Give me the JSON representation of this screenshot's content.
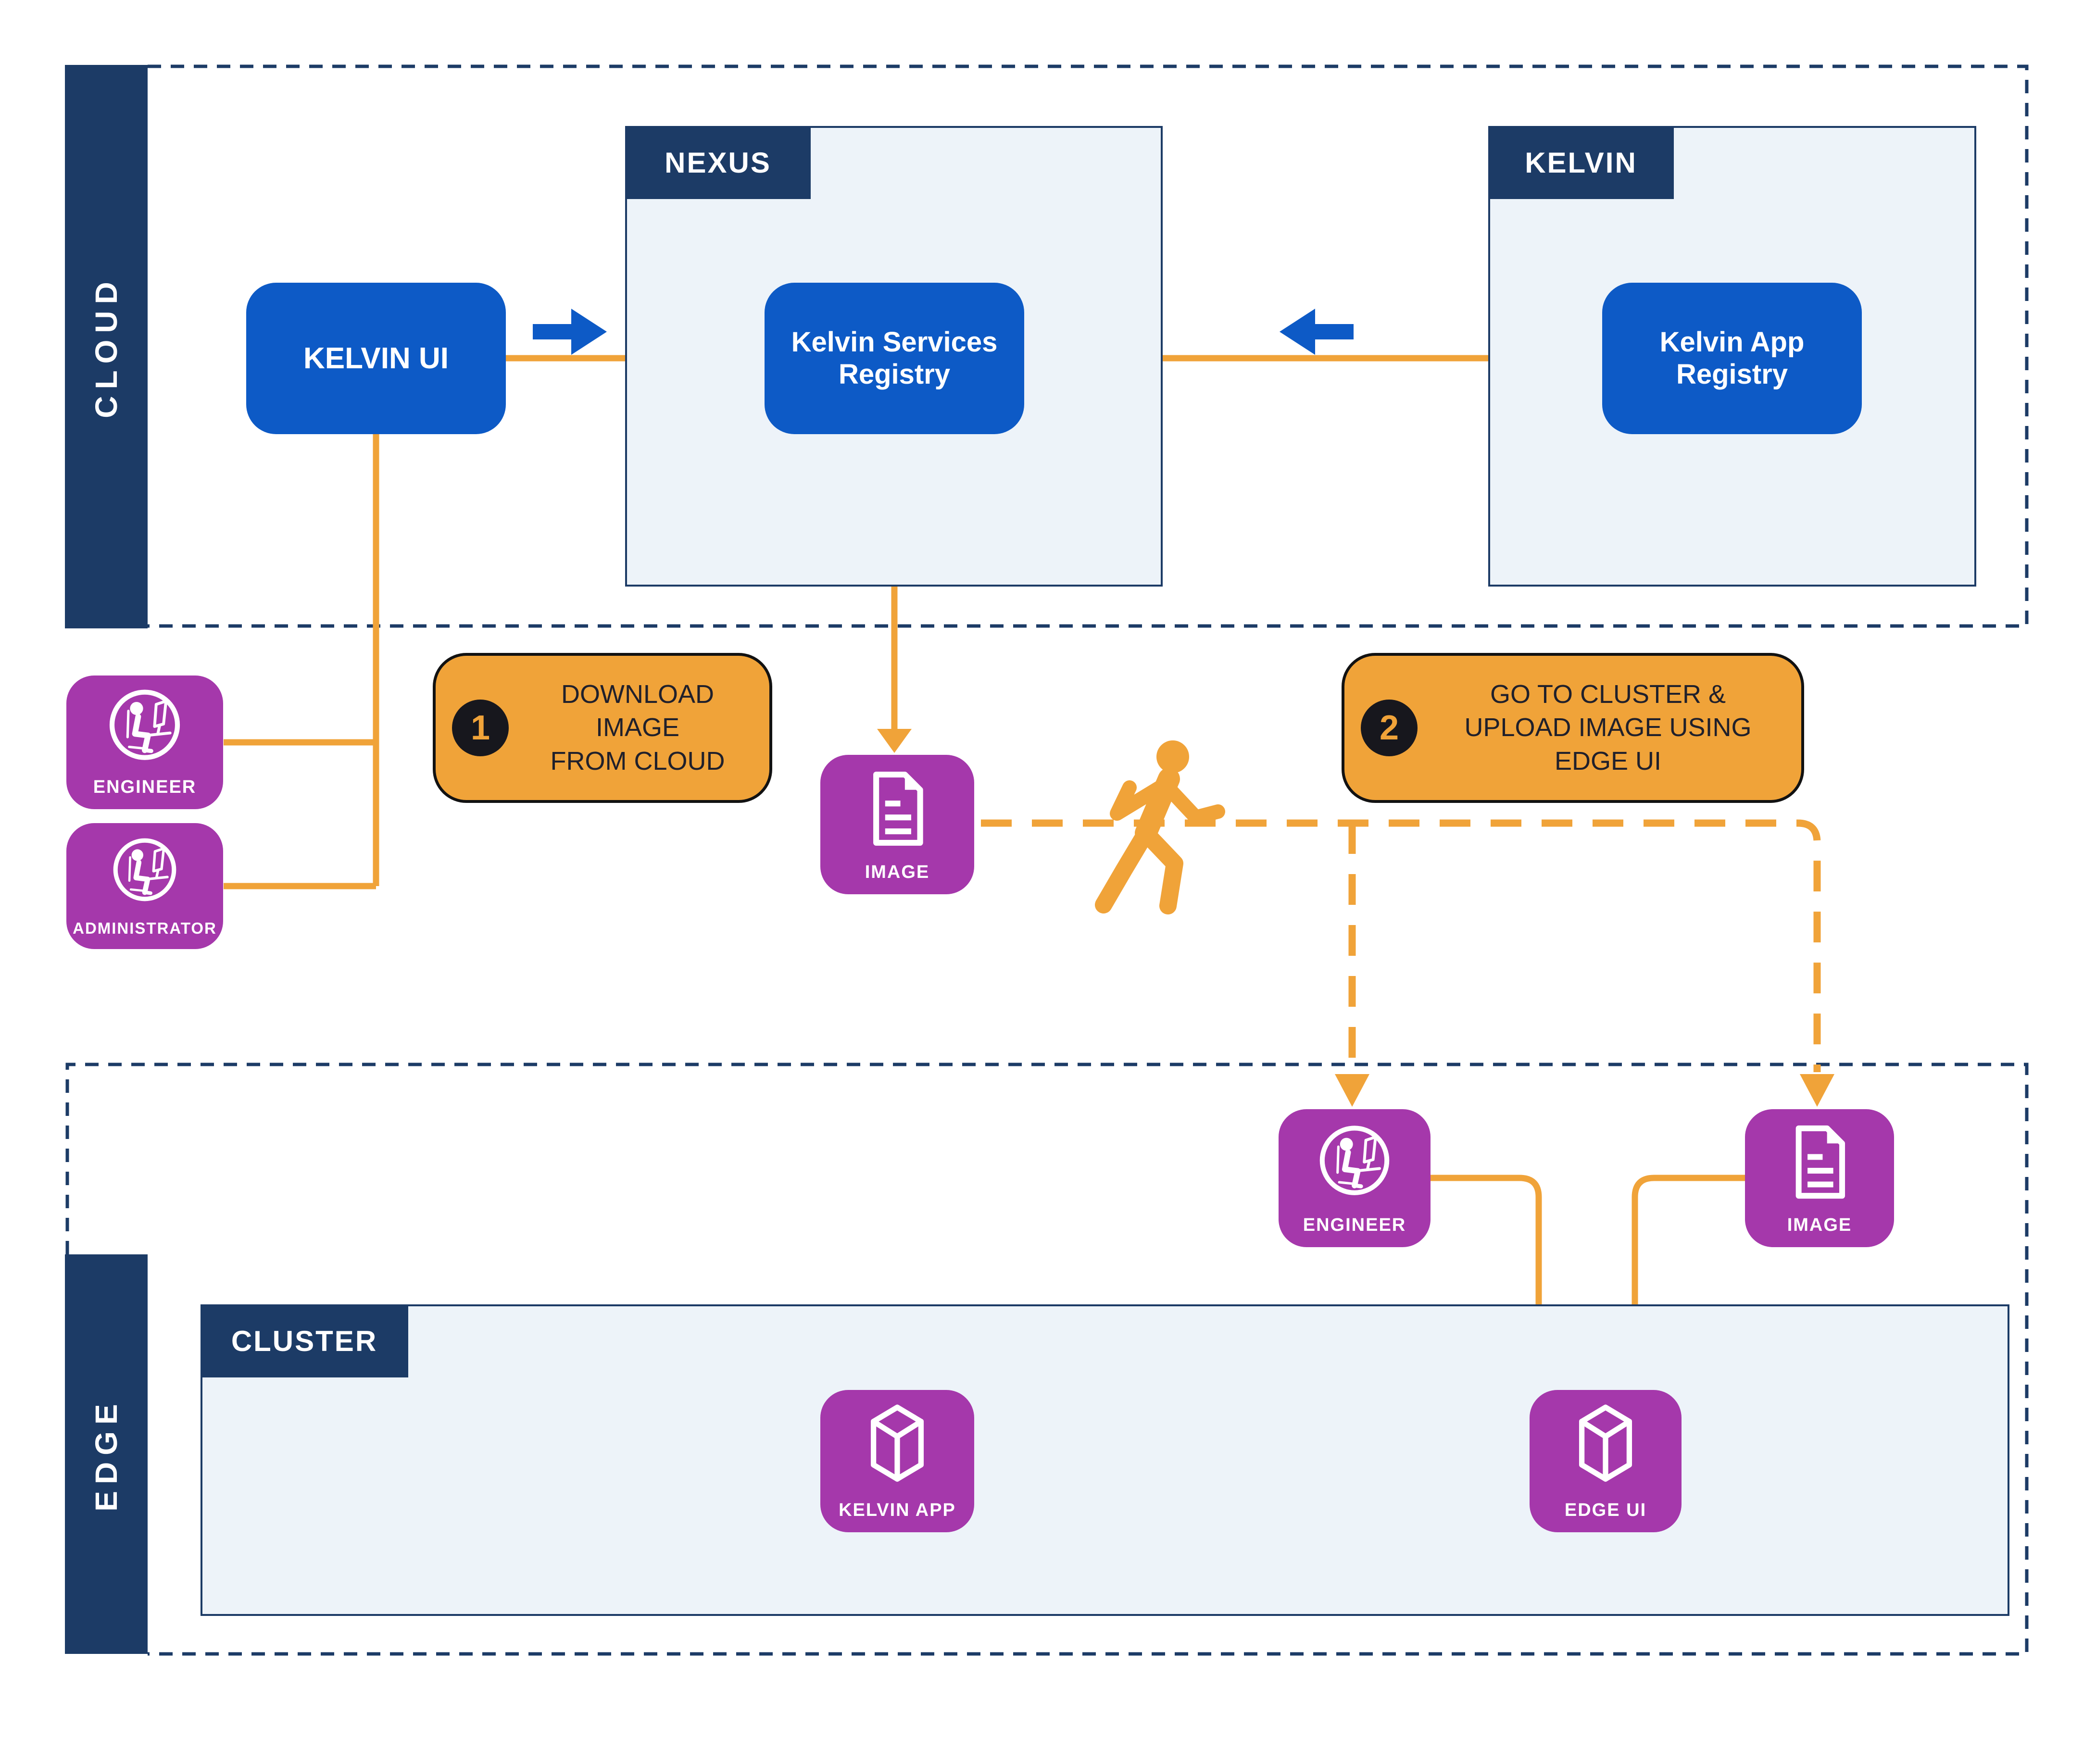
{
  "diagram": {
    "title_hint": "Kelvin image download/upload flow between cloud and edge",
    "colors": {
      "navy": "#1c3b66",
      "blue": "#0d5ac6",
      "purple": "#a538ab",
      "orange": "#f0a339",
      "boxfill": "#edf3f9",
      "callouttext": "#20202b",
      "badgebg": "#17171d"
    },
    "cloud": {
      "lane_label": "CLOUD",
      "kelvin_ui_label": "KELVIN UI",
      "nexus": {
        "tab": "NEXUS",
        "registry_label": "Kelvin Services Registry"
      },
      "kelvin": {
        "tab": "KELVIN",
        "registry_label": "Kelvin App Registry"
      },
      "actors": [
        {
          "label": "ENGINEER"
        },
        {
          "label": "ADMINISTRATOR"
        }
      ],
      "image_node_label": "IMAGE"
    },
    "steps": [
      {
        "number": "1",
        "line1": "DOWNLOAD IMAGE",
        "line2": "FROM CLOUD"
      },
      {
        "number": "2",
        "line1": "GO TO CLUSTER &",
        "line2": "UPLOAD IMAGE USING EDGE UI"
      }
    ],
    "edge": {
      "lane_label": "EDGE",
      "cluster_tab": "CLUSTER",
      "engineer_label": "ENGINEER",
      "image_node_label": "IMAGE",
      "kelvin_app_label": "KELVIN APP",
      "edge_ui_label": "EDGE UI"
    },
    "icons": {
      "person_at_desk": "person-at-desk-icon",
      "document": "document-icon",
      "cube": "cube-icon",
      "walking_person": "walking-person-icon",
      "arrow": "arrow-icon"
    }
  }
}
